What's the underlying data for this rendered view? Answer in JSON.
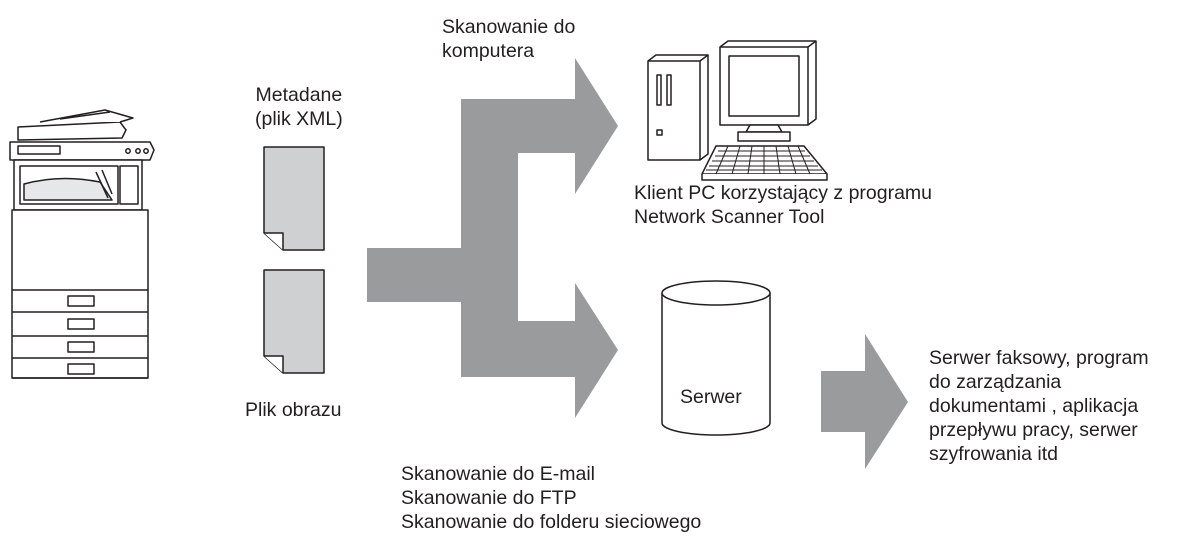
{
  "labels": {
    "metadata": [
      "Metadane",
      "(plik XML)"
    ],
    "image_file": "Plik obrazu",
    "scan_to_computer": [
      "Skanowanie do",
      "komputera"
    ],
    "pc_client": [
      "Klient PC korzystający z programu",
      "Network Scanner Tool"
    ],
    "server": "Serwer",
    "scan_methods": [
      "Skanowanie do E-mail",
      "Skanowanie do FTP",
      "Skanowanie do folderu sieciowego"
    ],
    "server_apps": [
      "Serwer faksowy, program",
      "do zarządzania",
      "dokumentami , aplikacja",
      "przepływu pracy, serwer",
      "szyfrowania itd"
    ]
  },
  "icons": {
    "printer": "multifunction-printer-icon",
    "document": "document-icon",
    "computer": "desktop-computer-icon",
    "server": "database-cylinder-icon",
    "arrow": "flow-arrow-icon"
  },
  "colors": {
    "arrow": "#9a9b9d",
    "document_fill": "#cfd0d2",
    "outline": "#231f20",
    "background": "#ffffff"
  }
}
